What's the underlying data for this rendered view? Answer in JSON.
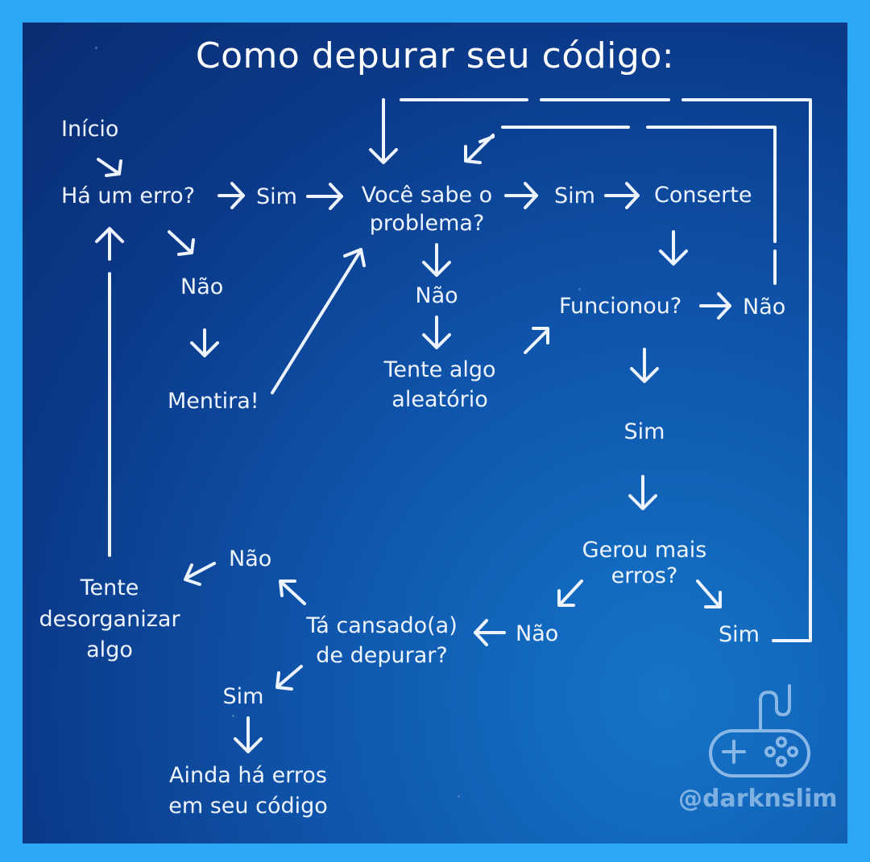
{
  "title": "Como depurar seu código:",
  "nodes": {
    "inicio": "Início",
    "ha_erro": "Há um erro?",
    "sim_1": "Sim",
    "nao_1": "Não",
    "mentira": "Mentira!",
    "sabe_problema_l1": "Você sabe o",
    "sabe_problema_l2": "problema?",
    "sim_2": "Sim",
    "conserte": "Conserte",
    "nao_2": "Não",
    "tente_algo_l1": "Tente algo",
    "tente_algo_l2": "aleatório",
    "funcionou": "Funcionou?",
    "nao_3": "Não",
    "sim_3": "Sim",
    "gerou_l1": "Gerou mais",
    "gerou_l2": "erros?",
    "sim_4": "Sim",
    "nao_4": "Não",
    "cansado_l1": "Tá cansado(a)",
    "cansado_l2": "de depurar?",
    "nao_5": "Não",
    "sim_5": "Sim",
    "desorg_l1": "Tente",
    "desorg_l2": "desorganizar",
    "desorg_l3": "algo",
    "ainda_l1": "Ainda há erros",
    "ainda_l2": "em seu código"
  },
  "watermark": "@darknslim",
  "icons": [
    "gamepad-icon"
  ],
  "colors": {
    "background": "#0b3a8a",
    "border": "#2aa7f5",
    "text": "#eef4ff",
    "watermark": "#8ab8e6"
  }
}
